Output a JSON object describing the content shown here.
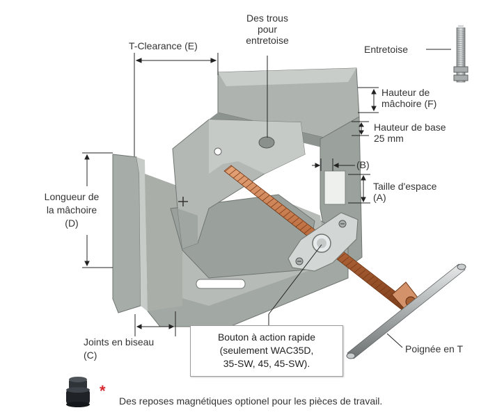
{
  "labels": {
    "des_trous": [
      "Des trous",
      "pour",
      "entretoise"
    ],
    "t_clearance": "T-Clearance (E)",
    "entretoise": "Entretoise",
    "hauteur_machoire": [
      "Hauteur de",
      "mâchoire (F)"
    ],
    "hauteur_base": [
      "Hauteur de base",
      "25 mm"
    ],
    "b": "(B)",
    "taille_espace": [
      "Taille d'espace",
      "(A)"
    ],
    "longueur_machoire": [
      "Longueur de",
      "la mâchoire",
      "(D)"
    ],
    "joints_biseau": [
      "Joints en biseau",
      "(C)"
    ],
    "poignee": "Poignée en T"
  },
  "callout_box": [
    "Bouton à action rapide",
    "(seulement WAC35D,",
    "35-SW, 45, 45-SW)."
  ],
  "footnote": {
    "marker": "*",
    "text": "Des reposes magnétiques optionel pour les pièces de travail."
  },
  "colors": {
    "vise_gray": "#9aa09c",
    "vise_dark": "#6f7571",
    "vise_light": "#c3c8c4",
    "copper": "#c0774a",
    "steel": "#b9bcbd",
    "callout_line": "#444444"
  }
}
